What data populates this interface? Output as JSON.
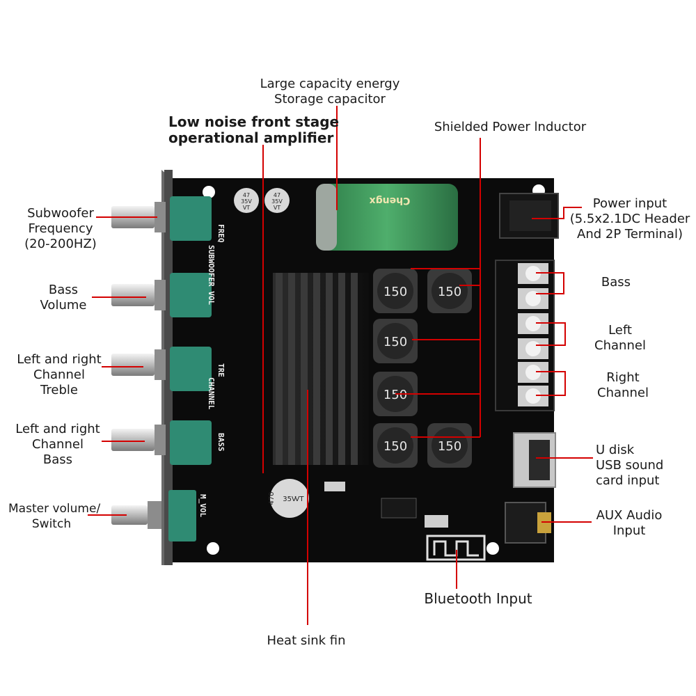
{
  "capacitor_label": [
    "Large capacity energy",
    "Storage capacitor"
  ],
  "opamp_label": [
    "Low noise front stage",
    "operational amplifier"
  ],
  "inductor_title": "Shielded Power lnductor",
  "power_label": [
    "Power input",
    "(5.5x2.1DC Header",
    "And 2P Terminal)"
  ],
  "subwoofer_label": [
    "Subwoofer",
    "Frequency",
    "(20-200HZ)"
  ],
  "bass_volume_label": [
    "Bass",
    "Volume"
  ],
  "treble_label": [
    "Left and right",
    "Channel",
    "Treble"
  ],
  "lr_bass_label": [
    "Left and right",
    "Channel",
    "Bass"
  ],
  "master_label": [
    "Master volume/",
    "Switch"
  ],
  "terminal_bass_label": [
    "Bass"
  ],
  "left_channel_label": [
    "Left",
    "Channel"
  ],
  "right_channel_label": [
    "Right",
    "Channel"
  ],
  "usb_label": [
    "U disk",
    "USB sound",
    "card input"
  ],
  "aux_label": [
    "AUX Audio",
    "Input"
  ],
  "bluetooth_label": [
    "Bluetooth  Input"
  ],
  "heatsink_label": [
    "Heat sink fin"
  ],
  "board": {
    "silk_freq": "FREQ",
    "silk_subwoofer_vol": "SUBWOOFER VOL",
    "silk_tre": "TRE",
    "silk_channel": "CHANNEL",
    "silk_bass": "BASS",
    "silk_mvol": "M_VOL",
    "inductor_value": "150",
    "small_cap_text": [
      "47",
      "35V",
      "VT"
    ],
    "big_cap_text": [
      "470",
      "35V",
      "VT"
    ],
    "main_cap_brand": "Chengx"
  },
  "colors": {
    "board": "#0b0b0b",
    "pointer": "#d40000",
    "pot_green": "#2f8b73",
    "capacitor_green": "#3a8f58"
  }
}
